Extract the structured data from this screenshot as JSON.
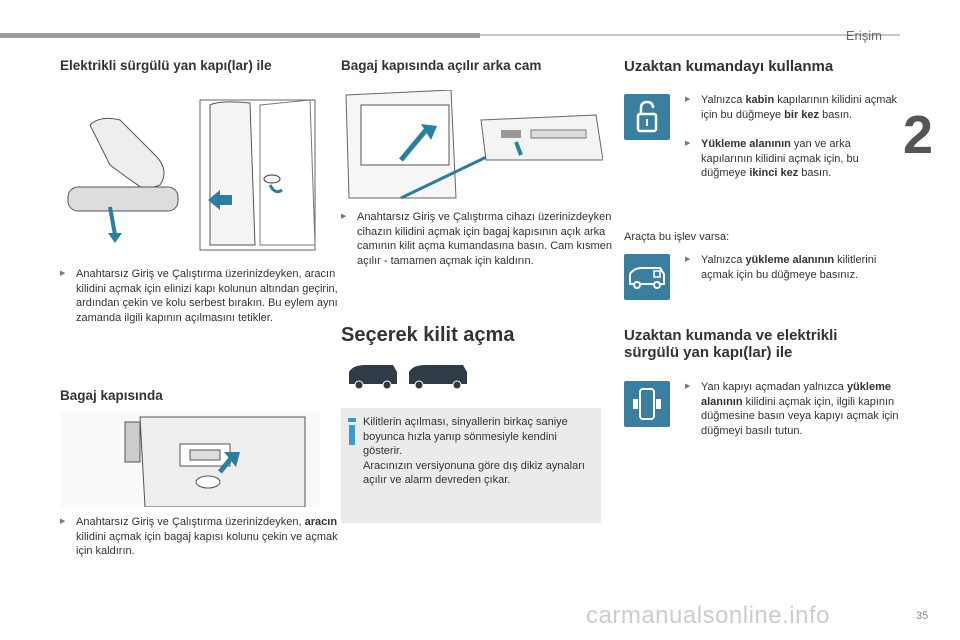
{
  "header": {
    "section": "Erişim",
    "chapter": "2",
    "page": "35"
  },
  "col1": {
    "title1": "Elektrikli sürgülü yan kapı(lar) ile",
    "bullet1": "Anahtarsız Giriş ve Çalıştırma üzerinizdeyken, aracın kilidini açmak için elinizi kapı kolunun altından geçirin, ardından çekin ve kolu serbest bırakın. Bu eylem aynı zamanda ilgili kapının açılmasını tetikler.",
    "title2": "Bagaj kapısında",
    "bullet2_a": "Anahtarsız Giriş ve Çalıştırma üzerinizdeyken, ",
    "bullet2_b": "aracın",
    "bullet2_c": " kilidini açmak için bagaj kapısı kolunu çekin ve açmak için kaldırın."
  },
  "col2": {
    "title1": "Bagaj kapısında açılır arka cam",
    "bullet1": "Anahtarsız Giriş ve Çalıştırma cihazı üzerinizdeyken cihazın kilidini açmak için bagaj kapısının açık arka camının kilit açma kumandasına basın. Cam kısmen açılır - tamamen açmak için kaldırın.",
    "title2": "Seçerek kilit açma",
    "info": "Kilitlerin açılması, sinyallerin birkaç saniye boyunca hızla yanıp sönmesiyle kendini gösterir.\nAracınızın versiyonuna göre dış dikiz aynaları açılır ve alarm devreden çıkar."
  },
  "col3": {
    "title1": "Uzaktan kumandayı kullanma",
    "b1_a": "Yalnızca ",
    "b1_b": "kabin",
    "b1_c": " kapılarının kilidini açmak için bu düğmeye ",
    "b1_d": "bir kez",
    "b1_e": " basın.",
    "b2_a": "Yükleme alanının",
    "b2_b": " yan ve arka kapılarının kilidini açmak için, bu düğmeye ",
    "b2_c": "ikinci kez",
    "b2_d": " basın.",
    "note": "Araçta bu işlev varsa:",
    "b3_a": "Yalnızca ",
    "b3_b": "yükleme alanının",
    "b3_c": " kilitlerini açmak için bu düğmeye basınız.",
    "title2": "Uzaktan kumanda ve elektrikli sürgülü yan kapı(lar) ile",
    "b4_a": "Yan kapıyı açmadan yalnızca ",
    "b4_b": "yükleme alanının",
    "b4_c": " kilidini açmak için, ilgili kapının düğmesine basın veya kapıyı açmak için düğmeyi basılı tutun."
  },
  "footer": {
    "watermark": "carmanualsonline.info"
  },
  "colors": {
    "accent": "#3a7f9f",
    "info_bg": "#ebebeb",
    "arrow": "#2a7fa0"
  }
}
